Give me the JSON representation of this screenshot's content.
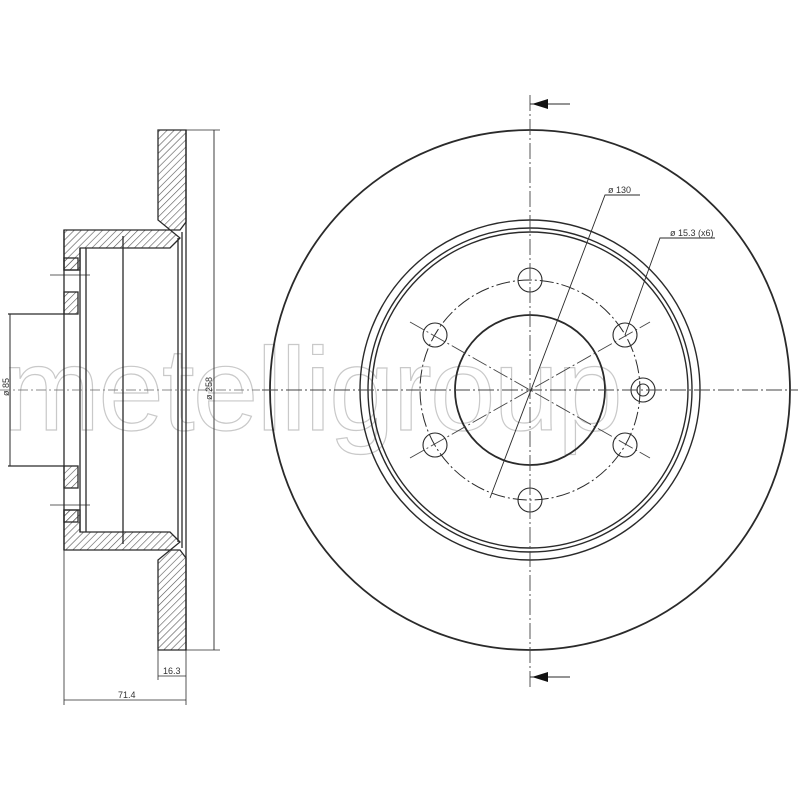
{
  "watermark": "metelligroup",
  "colors": {
    "line": "#2a2a2a",
    "hatch": "#555555",
    "center_line": "#666666",
    "watermark": "#c9c9c9",
    "background": "#ffffff"
  },
  "side_view": {
    "dimensions": {
      "hub_diameter": "ø 85",
      "outer_diameter": "ø 258",
      "disc_thickness": "16.3",
      "total_height": "71.4"
    }
  },
  "front_view": {
    "dimensions": {
      "pitch_circle": "ø 130",
      "bolt_holes": "ø 15.3 (x6)"
    },
    "bolt_hole_count": 6,
    "section_arrows": [
      "top-section-arrow",
      "bottom-section-arrow"
    ]
  }
}
